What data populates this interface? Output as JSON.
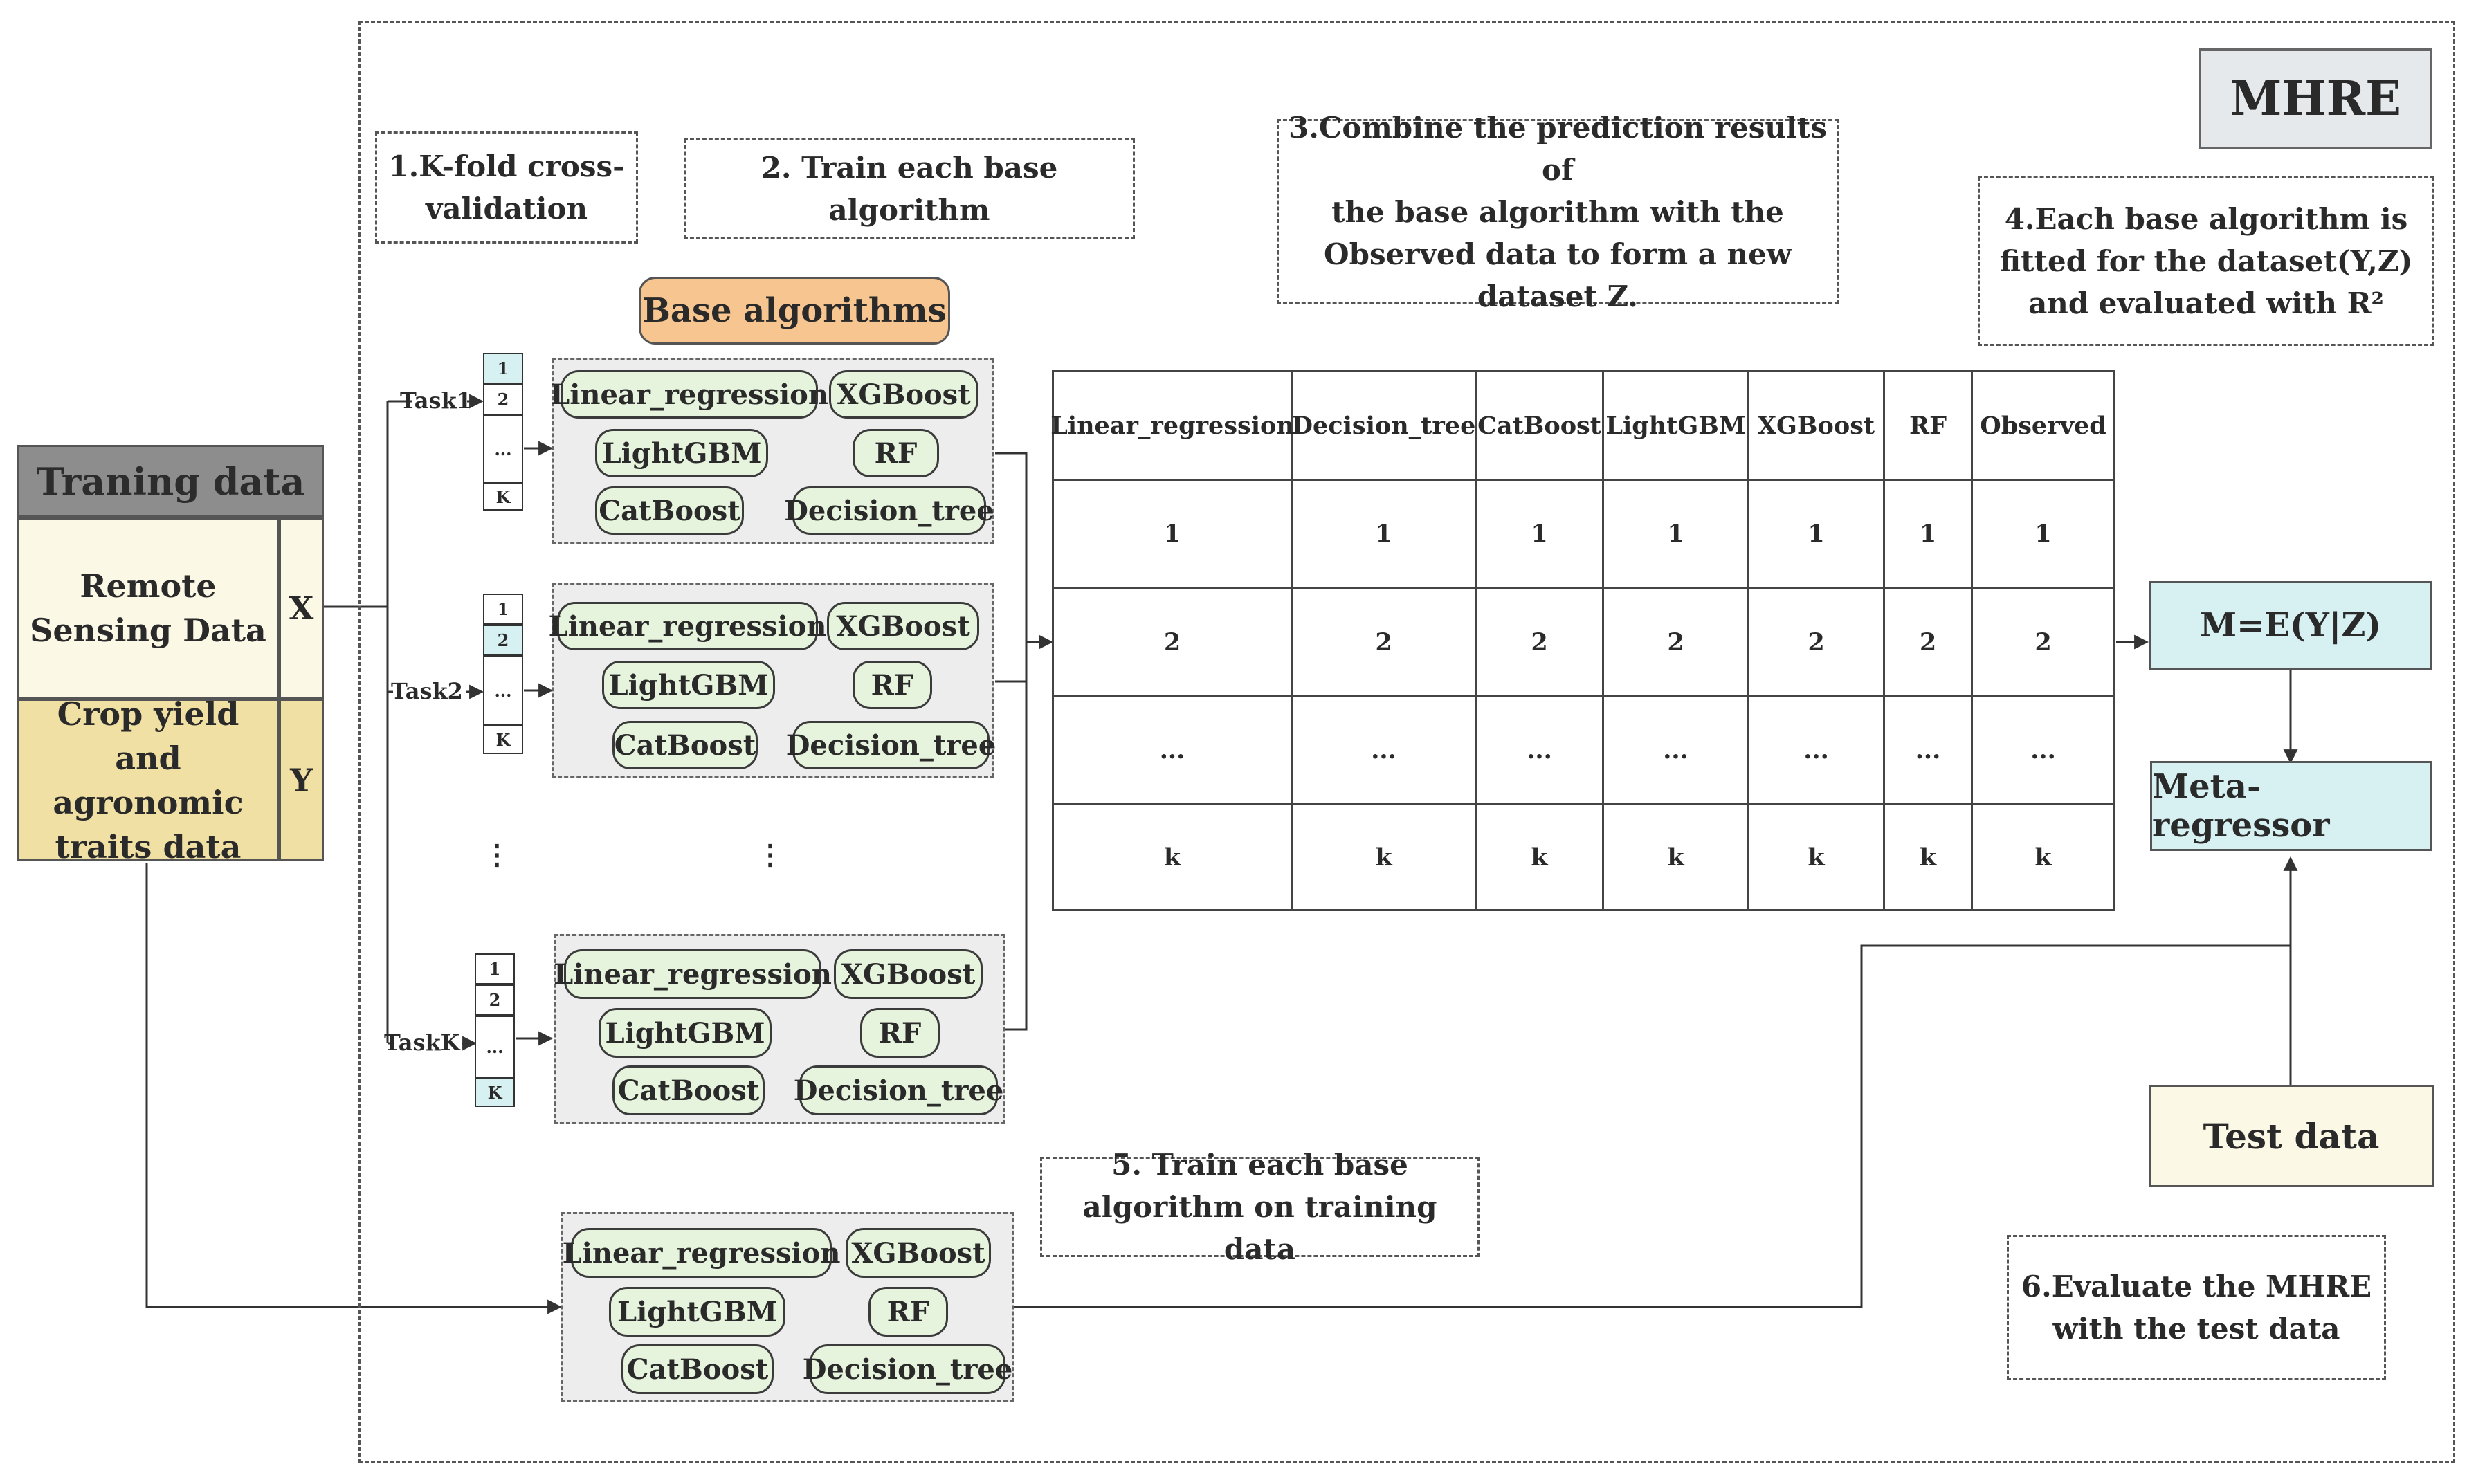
{
  "title": "MHRE",
  "steps": {
    "s1": [
      "1.K-fold cross-",
      "validation"
    ],
    "s2": "2. Train each base algorithm",
    "s3": [
      "3.Combine the prediction results of",
      "the base algorithm with the",
      "Observed data to form a new",
      "dataset Z."
    ],
    "s4": [
      "4.Each base algorithm  is",
      "fitted for the dataset(Y,Z)",
      "and evaluated with R²"
    ],
    "s5": [
      "5. Train each base",
      "algorithm on training data"
    ],
    "s6": [
      "6.Evaluate the MHRE",
      "with the test data"
    ]
  },
  "base_algorithms_label": "Base algorithms",
  "training": {
    "header": "Traning data",
    "remote": [
      "Remote",
      "Sensing Data"
    ],
    "x": "X",
    "crop": [
      "Crop yield and",
      "agronomic",
      "traits data"
    ],
    "y": "Y"
  },
  "tasks": [
    "Task1",
    "Task2",
    "TaskK"
  ],
  "folds": [
    "1",
    "2",
    "...",
    "K"
  ],
  "ellipsis": "⋮",
  "algorithms": {
    "linear": "Linear_regression",
    "xgb": "XGBoost",
    "lgbm": "LightGBM",
    "rf": "RF",
    "cat": "CatBoost",
    "dt": "Decision_tree"
  },
  "table": {
    "headers": [
      "Linear_regression",
      "Decision_tree",
      "CatBoost",
      "LightGBM",
      "XGBoost",
      "RF",
      "Observed"
    ],
    "rows": [
      [
        "1",
        "1",
        "1",
        "1",
        "1",
        "1",
        "1"
      ],
      [
        "2",
        "2",
        "2",
        "2",
        "2",
        "2",
        "2"
      ],
      [
        "...",
        "...",
        "...",
        "...",
        "...",
        "...",
        "..."
      ],
      [
        "k",
        "k",
        "k",
        "k",
        "k",
        "k",
        "k"
      ]
    ]
  },
  "meta_model": "M=E(Y|Z)",
  "meta_regressor": "Meta-regressor",
  "test_data": "Test data",
  "colors": {
    "grey_header": "#8d8d8d",
    "cream": "#fbf8e6",
    "khaki": "#f1e0a4",
    "orange": "#f6c590",
    "pill_green": "#e6f3dd",
    "cyan": "#d7f0f2",
    "group_grey": "#ededed"
  }
}
